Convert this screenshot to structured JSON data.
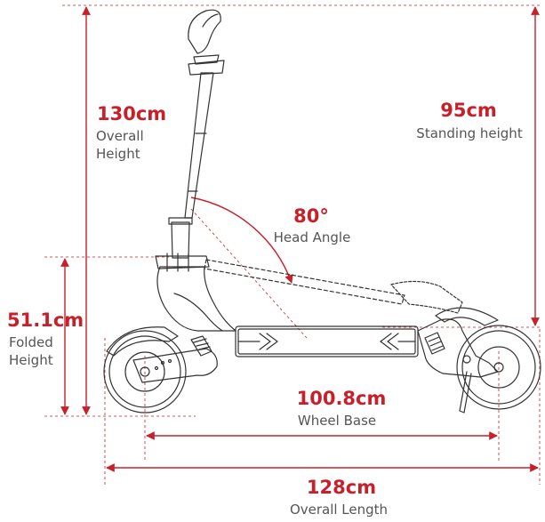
{
  "colors": {
    "accent": "#c8202a",
    "caption": "#555555",
    "line": "#333333",
    "guide": "#c8202a"
  },
  "dimensions": {
    "overall_height": {
      "value": "130cm",
      "line1": "Overall",
      "line2": "Height"
    },
    "standing_height": {
      "value": "95cm",
      "caption": "Standing height"
    },
    "head_angle": {
      "value": "80°",
      "caption": "Head Angle"
    },
    "folded_height": {
      "value": "51.1cm",
      "line1": "Folded",
      "line2": "Height"
    },
    "wheel_base": {
      "value": "100.8cm",
      "caption": "Wheel Base"
    },
    "overall_length": {
      "value": "128cm",
      "caption": "Overall Length"
    }
  },
  "icons": {
    "product": "electric-scooter-outline"
  }
}
